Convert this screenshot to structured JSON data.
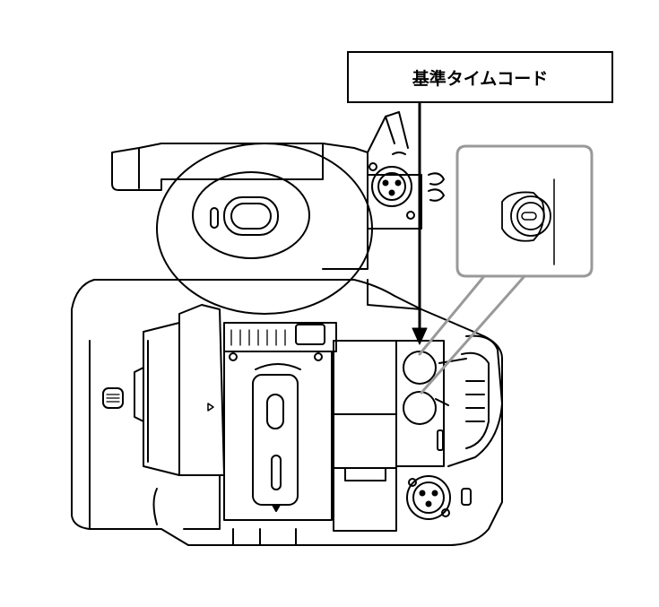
{
  "callout": {
    "label": "基準タイムコード"
  },
  "figure": {
    "subject": "video-camera-rear-view",
    "highlighted_part": "bnc-timecode-connector",
    "colors": {
      "outline": "#000000",
      "callout_frame": "#999999",
      "background": "#ffffff"
    }
  }
}
